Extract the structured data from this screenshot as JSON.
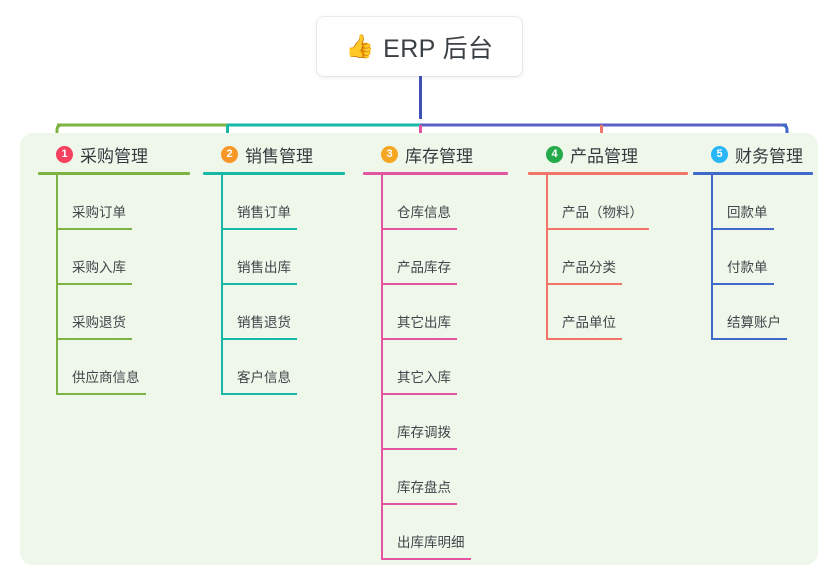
{
  "header": {
    "emoji": "👍",
    "emoji_name": "thumbs-up-icon",
    "title": "ERP 后台"
  },
  "theme": {
    "page_background": "#ffffff",
    "panel_background": "#eef7e9",
    "card_background": "#ffffff",
    "text_color": "#343a3f",
    "trunk_color": "#3f51b5"
  },
  "columns": [
    {
      "number": "1",
      "title": "采购管理",
      "badge_color": "#f5415f",
      "line_color": "#7cb342",
      "items": [
        {
          "label": "采购订单"
        },
        {
          "label": "采购入库"
        },
        {
          "label": "采购退货"
        },
        {
          "label": "供应商信息"
        }
      ]
    },
    {
      "number": "2",
      "title": "销售管理",
      "badge_color": "#f79727",
      "line_color": "#17b8a6",
      "items": [
        {
          "label": "销售订单"
        },
        {
          "label": "销售出库"
        },
        {
          "label": "销售退货"
        },
        {
          "label": "客户信息"
        }
      ]
    },
    {
      "number": "3",
      "title": "库存管理",
      "badge_color": "#f5a623",
      "line_color": "#e255a1",
      "items": [
        {
          "label": "仓库信息"
        },
        {
          "label": "产品库存"
        },
        {
          "label": "其它出库"
        },
        {
          "label": "其它入库"
        },
        {
          "label": "库存调拨"
        },
        {
          "label": "库存盘点"
        },
        {
          "label": "出库库明细"
        }
      ]
    },
    {
      "number": "4",
      "title": "产品管理",
      "badge_color": "#24a94b",
      "line_color": "#f3756a",
      "items": [
        {
          "label": "产品（物料）"
        },
        {
          "label": "产品分类"
        },
        {
          "label": "产品单位"
        }
      ]
    },
    {
      "number": "5",
      "title": "财务管理",
      "badge_color": "#29b6f6",
      "line_color": "#4169c9",
      "items": [
        {
          "label": "回款单"
        },
        {
          "label": "付款单"
        },
        {
          "label": "结算账户"
        }
      ]
    }
  ],
  "connector": {
    "segments": [
      {
        "name": "green-segment",
        "color": "#7cb342"
      },
      {
        "name": "teal-segment",
        "color": "#17b8a6"
      },
      {
        "name": "purple-segment",
        "color": "#5b5fc7"
      }
    ],
    "drops": [
      {
        "name": "drop-purchase",
        "color": "#7cb342"
      },
      {
        "name": "drop-sales",
        "color": "#17b8a6"
      },
      {
        "name": "drop-inventory",
        "color": "#e255a1"
      },
      {
        "name": "drop-product",
        "color": "#f3756a"
      },
      {
        "name": "drop-finance",
        "color": "#4169c9"
      }
    ]
  }
}
